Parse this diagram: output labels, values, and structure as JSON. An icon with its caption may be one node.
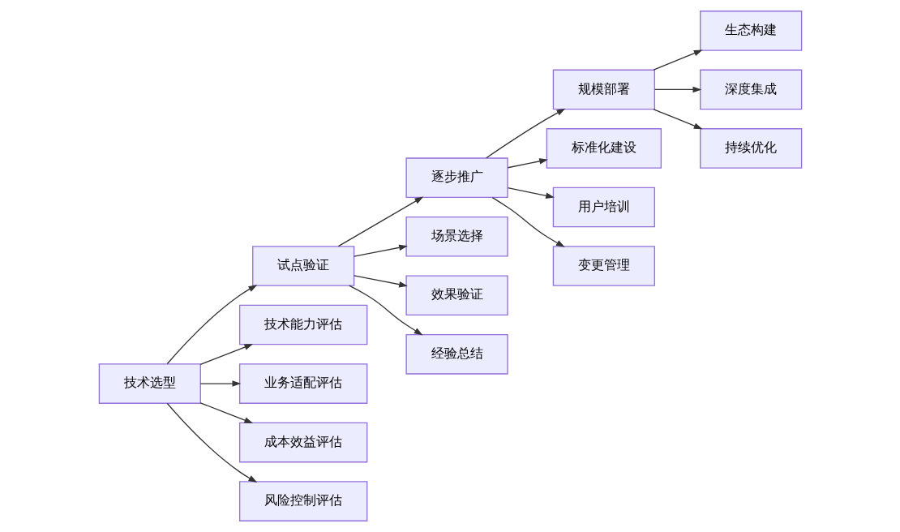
{
  "diagram": {
    "nodes": [
      {
        "text": [
          "技术选型"
        ]
      },
      {
        "text": [
          "试点验证"
        ]
      },
      {
        "text": [
          "技术能力评估"
        ]
      },
      {
        "text": [
          "业务适配评估"
        ]
      },
      {
        "text": [
          "成本效益评估"
        ]
      },
      {
        "text": [
          "风险控制评估"
        ]
      },
      {
        "text": [
          "逐步推广"
        ]
      },
      {
        "text": [
          "场景选择"
        ]
      },
      {
        "text": [
          "效果验证"
        ]
      },
      {
        "text": [
          "经验总结"
        ]
      },
      {
        "text": [
          "规模部署"
        ]
      },
      {
        "text": [
          "标准化建设"
        ]
      },
      {
        "text": [
          "用户培训"
        ]
      },
      {
        "text": [
          "变更管理"
        ]
      },
      {
        "text": [
          "生态构建"
        ]
      },
      {
        "text": [
          "深度集成"
        ]
      },
      {
        "text": [
          "持续优化"
        ]
      }
    ],
    "edges": [
      {
        "from": 0,
        "to": 1,
        "arrow": "to"
      },
      {
        "from": 0,
        "to": 2,
        "arrow": "to"
      },
      {
        "from": 0,
        "to": 3,
        "arrow": "to"
      },
      {
        "from": 0,
        "to": 4,
        "arrow": "to"
      },
      {
        "from": 0,
        "to": 5,
        "arrow": "to"
      },
      {
        "from": 1,
        "to": 6,
        "arrow": "to"
      },
      {
        "from": 1,
        "to": 7,
        "arrow": "to"
      },
      {
        "from": 1,
        "to": 8,
        "arrow": "to"
      },
      {
        "from": 1,
        "to": 9,
        "arrow": "to"
      },
      {
        "from": 6,
        "to": 10,
        "arrow": "to"
      },
      {
        "from": 6,
        "to": 11,
        "arrow": "to"
      },
      {
        "from": 6,
        "to": 12,
        "arrow": "to"
      },
      {
        "from": 6,
        "to": 13,
        "arrow": "to"
      },
      {
        "from": 10,
        "to": 14,
        "arrow": "to"
      },
      {
        "from": 10,
        "to": 15,
        "arrow": "to"
      },
      {
        "from": 10,
        "to": 16,
        "arrow": "to"
      }
    ]
  }
}
